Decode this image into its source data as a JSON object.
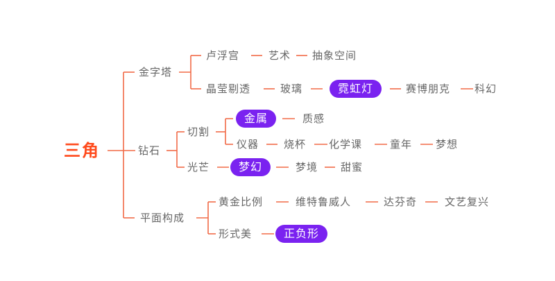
{
  "colors": {
    "connector": "#f26a47",
    "root_text": "#ff4a1c",
    "node_text": "#666666",
    "highlight_bg": "#7a22f0",
    "highlight_text": "#ffffff"
  },
  "mindmap": {
    "root": "三角",
    "branches": [
      {
        "label": "金字塔",
        "children": [
          {
            "chain": [
              "卢浮宫",
              "艺术",
              "抽象空间"
            ]
          },
          {
            "chain": [
              "晶莹剔透",
              "玻璃",
              "霓虹灯",
              "赛博朋克",
              "科幻"
            ],
            "highlighted": [
              "霓虹灯"
            ]
          }
        ]
      },
      {
        "label": "钻石",
        "children": [
          {
            "label": "切割",
            "children": [
              {
                "chain": [
                  "金属",
                  "质感"
                ],
                "highlighted": [
                  "金属"
                ]
              },
              {
                "chain": [
                  "仪器",
                  "烧杯",
                  "化学课",
                  "童年",
                  "梦想"
                ]
              }
            ]
          },
          {
            "label": "光芒",
            "chain": [
              "梦幻",
              "梦境",
              "甜蜜"
            ],
            "highlighted": [
              "梦幻"
            ]
          }
        ]
      },
      {
        "label": "平面构成",
        "children": [
          {
            "chain": [
              "黄金比例",
              "维特鲁威人",
              "达芬奇",
              "文艺复兴"
            ]
          },
          {
            "chain": [
              "形式美",
              "正负形"
            ],
            "highlighted": [
              "正负形"
            ]
          }
        ]
      }
    ]
  }
}
